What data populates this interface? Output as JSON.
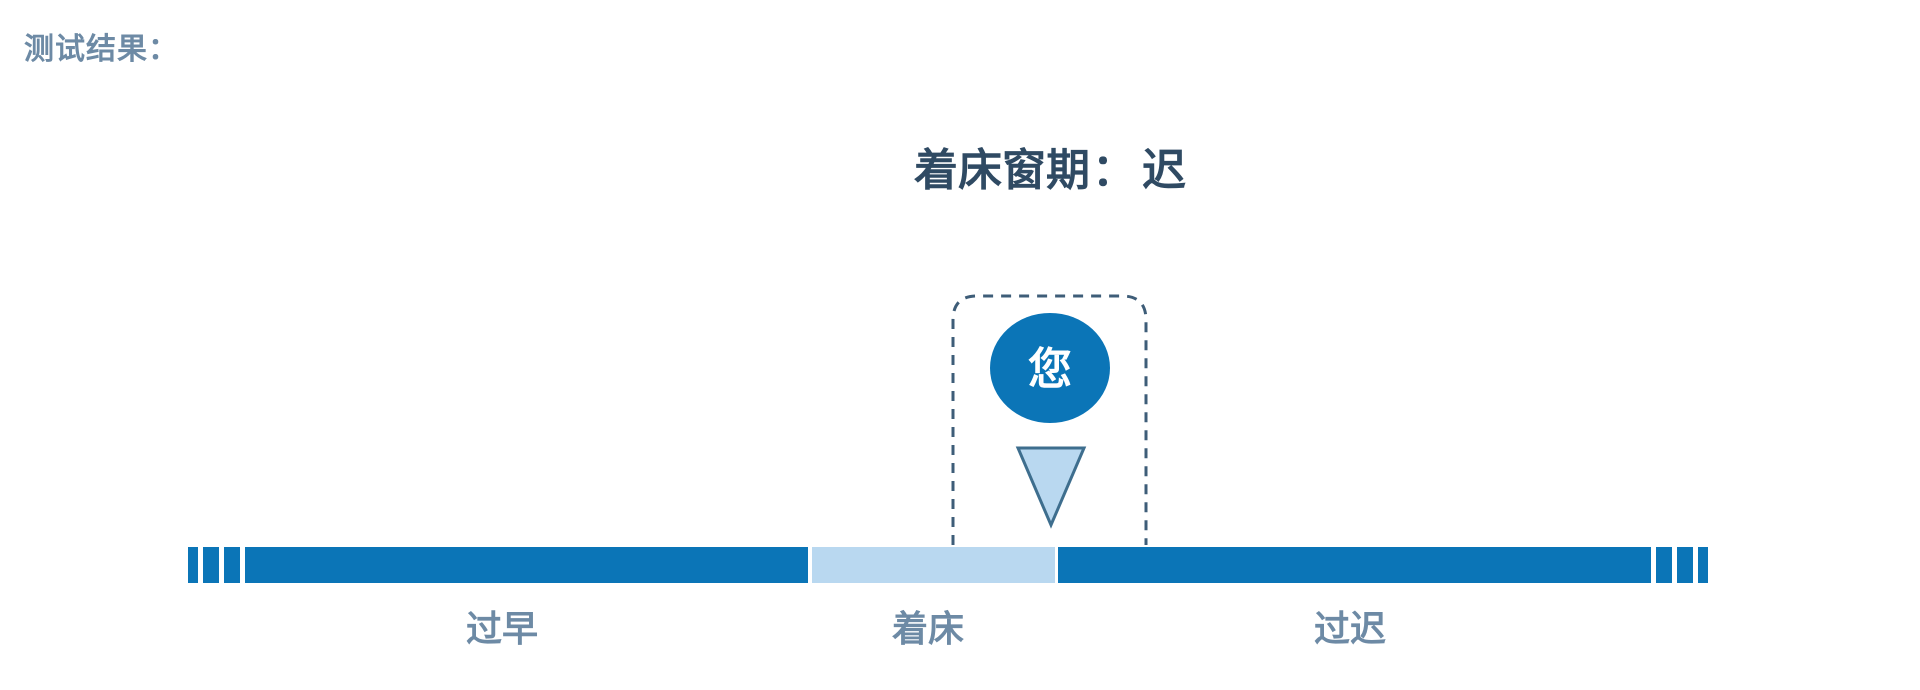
{
  "section_label": "测试结果：",
  "headline": {
    "label": "着床窗期",
    "separator": "：",
    "value": "迟"
  },
  "marker": {
    "label": "您",
    "zone": "late"
  },
  "zones": [
    {
      "id": "early",
      "label": "过早",
      "color": "#0b75b7"
    },
    {
      "id": "receptive",
      "label": "着床",
      "color": "#b9d8f0"
    },
    {
      "id": "late",
      "label": "过迟",
      "color": "#0b75b7"
    }
  ],
  "colors": {
    "bar_primary": "#0b75b7",
    "bar_receptive": "#b9d8f0",
    "marker_circle": "#0b75b7",
    "marker_pointer_fill": "#b9d8f0",
    "marker_pointer_stroke": "#3e6e8e",
    "dashed_frame": "#3e5d78",
    "label_text": "#6d8aa5",
    "headline_text": "#2f4a63"
  }
}
